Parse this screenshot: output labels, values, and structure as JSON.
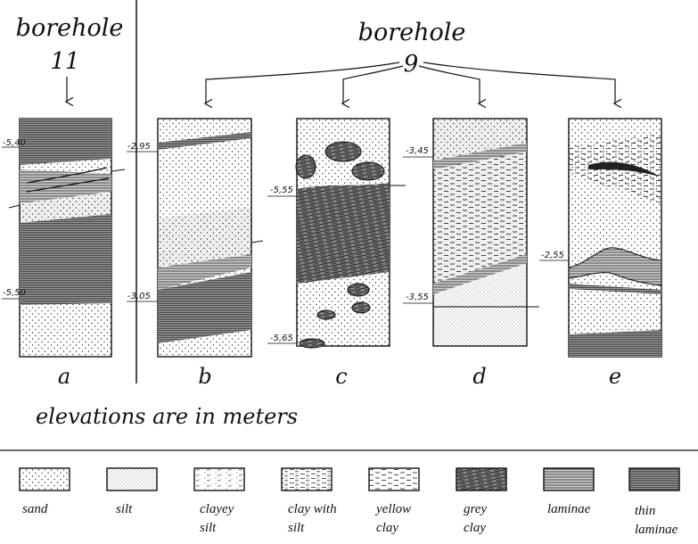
{
  "header": {
    "left_title": "borehole",
    "left_number": "11",
    "right_title": "borehole",
    "right_number": "9"
  },
  "columns": [
    {
      "letter": "a",
      "elevations": [
        "-5,40",
        "-5,50"
      ]
    },
    {
      "letter": "b",
      "elevations": [
        "-2,95",
        "-3,05"
      ]
    },
    {
      "letter": "c",
      "elevations": [
        "-5,55",
        "-5,65"
      ]
    },
    {
      "letter": "d",
      "elevations": [
        "-3,45",
        "-3,55"
      ]
    },
    {
      "letter": "e",
      "elevations": [
        "-2,55"
      ]
    }
  ],
  "note": "elevations are in meters",
  "legend": [
    {
      "label_line1": "sand",
      "label_line2": ""
    },
    {
      "label_line1": "silt",
      "label_line2": ""
    },
    {
      "label_line1": "clayey",
      "label_line2": "silt"
    },
    {
      "label_line1": "clay with",
      "label_line2": "silt"
    },
    {
      "label_line1": "yellow",
      "label_line2": "clay"
    },
    {
      "label_line1": "grey",
      "label_line2": "clay"
    },
    {
      "label_line1": "laminae",
      "label_line2": ""
    },
    {
      "label_line1": "thin",
      "label_line2": "laminae"
    }
  ]
}
